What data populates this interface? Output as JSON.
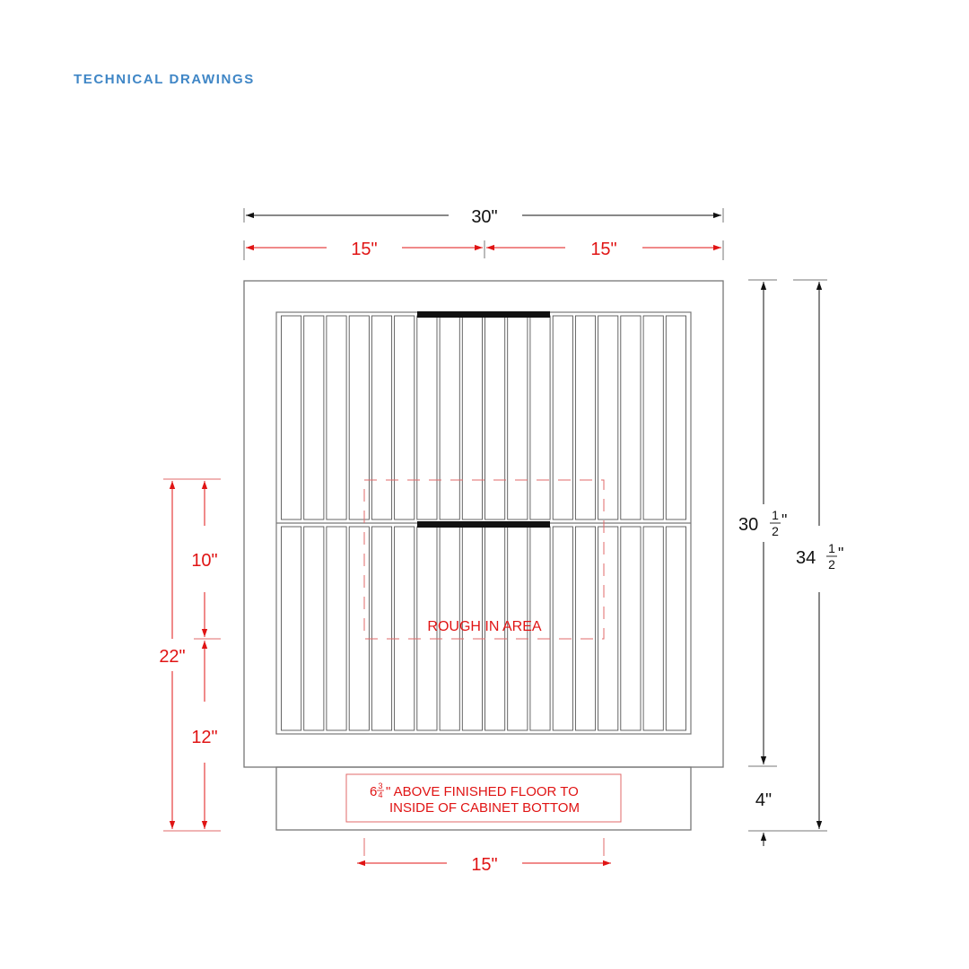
{
  "header": {
    "title": "TECHNICAL DRAWINGS"
  },
  "dimensions": {
    "overall_width": "30\"",
    "half_left": "15\"",
    "half_right": "15\"",
    "cabinet_height_whole": "30",
    "cabinet_height_frac_num": "1",
    "cabinet_height_frac_den": "2",
    "cabinet_height_unit": "\"",
    "total_height_whole": "34",
    "total_height_frac_num": "1",
    "total_height_frac_den": "2",
    "total_height_unit": "\"",
    "toe_kick": "4\"",
    "rough_upper": "10\"",
    "rough_lower": "12\"",
    "rough_total": "22\"",
    "rough_width": "15\""
  },
  "labels": {
    "rough_in_area": "ROUGH IN AREA",
    "note_line1_whole": "6",
    "note_line1_frac_num": "3",
    "note_line1_frac_den": "4",
    "note_line1_rest": "\" ABOVE FINISHED FLOOR TO",
    "note_line2": "INSIDE OF CABINET BOTTOM"
  },
  "colors": {
    "title": "#3f86c6",
    "dimension_red": "#e01414",
    "line_black": "#111111",
    "outline_gray": "#777777"
  }
}
